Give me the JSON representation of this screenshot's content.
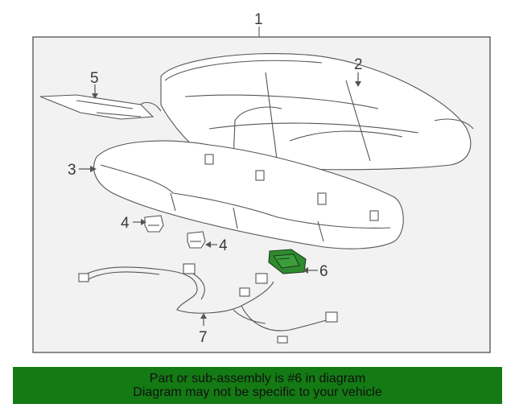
{
  "callouts": {
    "c1": "1",
    "c2": "2",
    "c3": "3",
    "c4a": "4",
    "c4b": "4",
    "c5": "5",
    "c6": "6",
    "c7": "7"
  },
  "banner": {
    "line1": "Part or sub-assembly is #6 in diagram",
    "line2": "Diagram may not be specific to your vehicle"
  },
  "colors": {
    "highlight": "#2e8b2e",
    "banner_bg": "#147a14",
    "frame_bg": "#f2f2f2",
    "line": "#555555"
  }
}
